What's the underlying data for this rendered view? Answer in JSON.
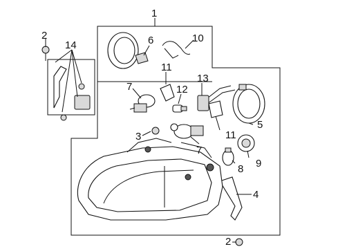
{
  "diagram": {
    "callouts": {
      "c1": "1",
      "c2a": "2",
      "c2b": "2",
      "c3": "3",
      "c4": "4",
      "c5": "5",
      "c6": "6",
      "c7a": "7",
      "c7b": "7",
      "c8": "8",
      "c9": "9",
      "c10": "10",
      "c11a": "11",
      "c11b": "11",
      "c12": "12",
      "c13": "13",
      "c14": "14"
    }
  }
}
